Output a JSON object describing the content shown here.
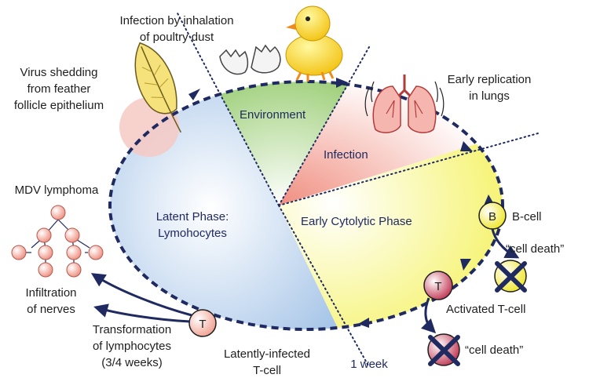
{
  "labels": {
    "infection_inhalation": [
      "Infection by inhalation",
      "of poultry dust"
    ],
    "virus_shedding": [
      "Virus shedding",
      "from feather",
      "follicle epithelium"
    ],
    "early_replication": [
      "Early replication",
      "in lungs"
    ],
    "mdv_lymphoma": "MDV lymphoma",
    "infiltration": [
      "Infiltration",
      "of nerves"
    ],
    "transformation": [
      "Transformation",
      "of lymphocytes",
      "(3/4 weeks)"
    ],
    "latently_infected": [
      "Latently-infected",
      "T-cell"
    ],
    "one_week": "1 week",
    "b_cell": "B-cell",
    "activated_t_cell": "Activated T-cell",
    "cell_death_1": "“cell death”",
    "cell_death_2": "“cell death”"
  },
  "phases": {
    "environment": "Environment",
    "infection": "Infection",
    "early_cytolytic": "Early Cytolytic Phase",
    "latent": [
      "Latent Phase:",
      "Lymohocytes"
    ]
  },
  "cells": {
    "b": "B",
    "t_activated": "T",
    "t_latent": "T"
  },
  "colors": {
    "latent_blue": "#a9c7e8",
    "environment_green": "#8ec763",
    "infection_pink": "#f08e80",
    "cytolytic_yellow": "#f2ef3a",
    "cycle_stroke": "#1f2a60",
    "lymphoma_cell": "#f3a79b",
    "t_cell": "#c23a55",
    "b_cell": "#f4ee3a"
  },
  "icons": [
    "feather-icon",
    "eggshell-icon",
    "chick-icon",
    "lungs-icon",
    "cross-icon"
  ]
}
